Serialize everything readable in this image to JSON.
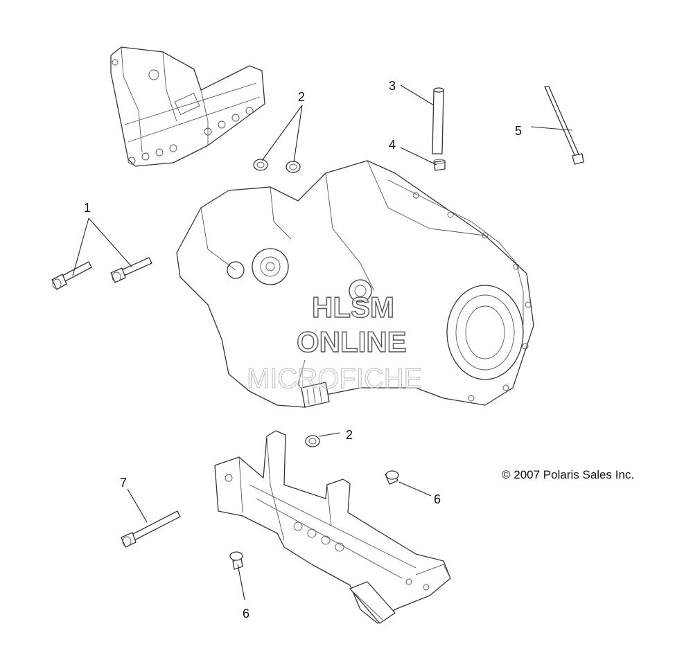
{
  "callouts": [
    {
      "id": "c1",
      "label": "1"
    },
    {
      "id": "c2a",
      "label": "2"
    },
    {
      "id": "c2b",
      "label": "2"
    },
    {
      "id": "c3",
      "label": "3"
    },
    {
      "id": "c4",
      "label": "4"
    },
    {
      "id": "c5",
      "label": "5"
    },
    {
      "id": "c6a",
      "label": "6"
    },
    {
      "id": "c6b",
      "label": "6"
    },
    {
      "id": "c7",
      "label": "7"
    }
  ],
  "copyright": "© 2007 Polaris Sales Inc.",
  "watermark": {
    "line1": "HLSM",
    "line2": "ONLINE",
    "line3": "MICROFICHE"
  }
}
